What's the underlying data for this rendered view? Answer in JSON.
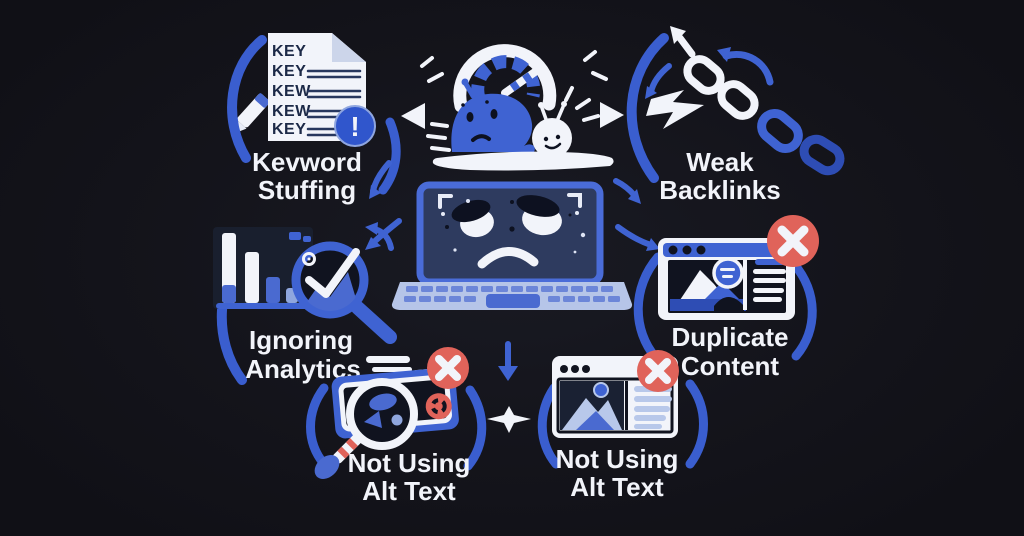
{
  "title_hidden": "",
  "colors": {
    "background": "#14141b",
    "primary_blue": "#3f63d2",
    "deep_blue": "#2e4db4",
    "light_blue": "#b8c8ea",
    "white": "#f2f4fa",
    "red": "#e0635a",
    "ink": "#10131f",
    "screen_navy": "#2e3b5f"
  },
  "items": {
    "keyword_stuffing": {
      "label_line1": "Kevword",
      "label_line2": "Stuffing",
      "document_lines": [
        "KEY",
        "KEY",
        "KEW",
        "KEW",
        "KEY"
      ],
      "warning_glyph": "!"
    },
    "weak_backlinks": {
      "label_line1": "Weak",
      "label_line2": "Backlinks"
    },
    "ignoring_analytics": {
      "label_line1": "Ignoring",
      "label_line2": "Analytics"
    },
    "duplicate_content": {
      "label_line1": "Duplicate",
      "label_line2": "Content"
    },
    "not_using_alt_text_left": {
      "label_line1": "Not Using",
      "label_line2": "Alt Text"
    },
    "not_using_alt_text_right": {
      "label_line1": "Not Using",
      "label_line2": "Alt Text"
    }
  },
  "icons": {
    "center": "sad-laptop",
    "top": "slow-snail-speedometer",
    "badges": "red-x-error",
    "warning": "blue-exclamation"
  }
}
